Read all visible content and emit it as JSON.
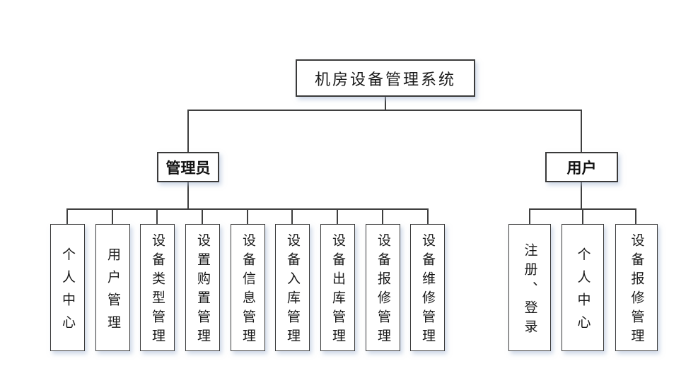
{
  "diagram": {
    "root": {
      "label": "机房设备管理系统"
    },
    "branches": {
      "admin": {
        "label": "管理员",
        "children": [
          {
            "label": "个人中心"
          },
          {
            "label": "用户管理"
          },
          {
            "label": "设备类型管理"
          },
          {
            "label": "设置购置管理"
          },
          {
            "label": "设备信息管理"
          },
          {
            "label": "设备入库管理"
          },
          {
            "label": "设备出库管理"
          },
          {
            "label": "设备报修管理"
          },
          {
            "label": "设备维修管理"
          }
        ]
      },
      "user": {
        "label": "用户",
        "children": [
          {
            "label": "注册、登录"
          },
          {
            "label": "个人中心"
          },
          {
            "label": "设备报修管理"
          }
        ]
      }
    },
    "colors": {
      "line": "#3f3f3f",
      "box_border": "#3a3a3a",
      "box_fill": "#ffffff",
      "box_shadow": "#a8bad6",
      "text": "#1a1a1a",
      "background": "#ffffff"
    }
  }
}
